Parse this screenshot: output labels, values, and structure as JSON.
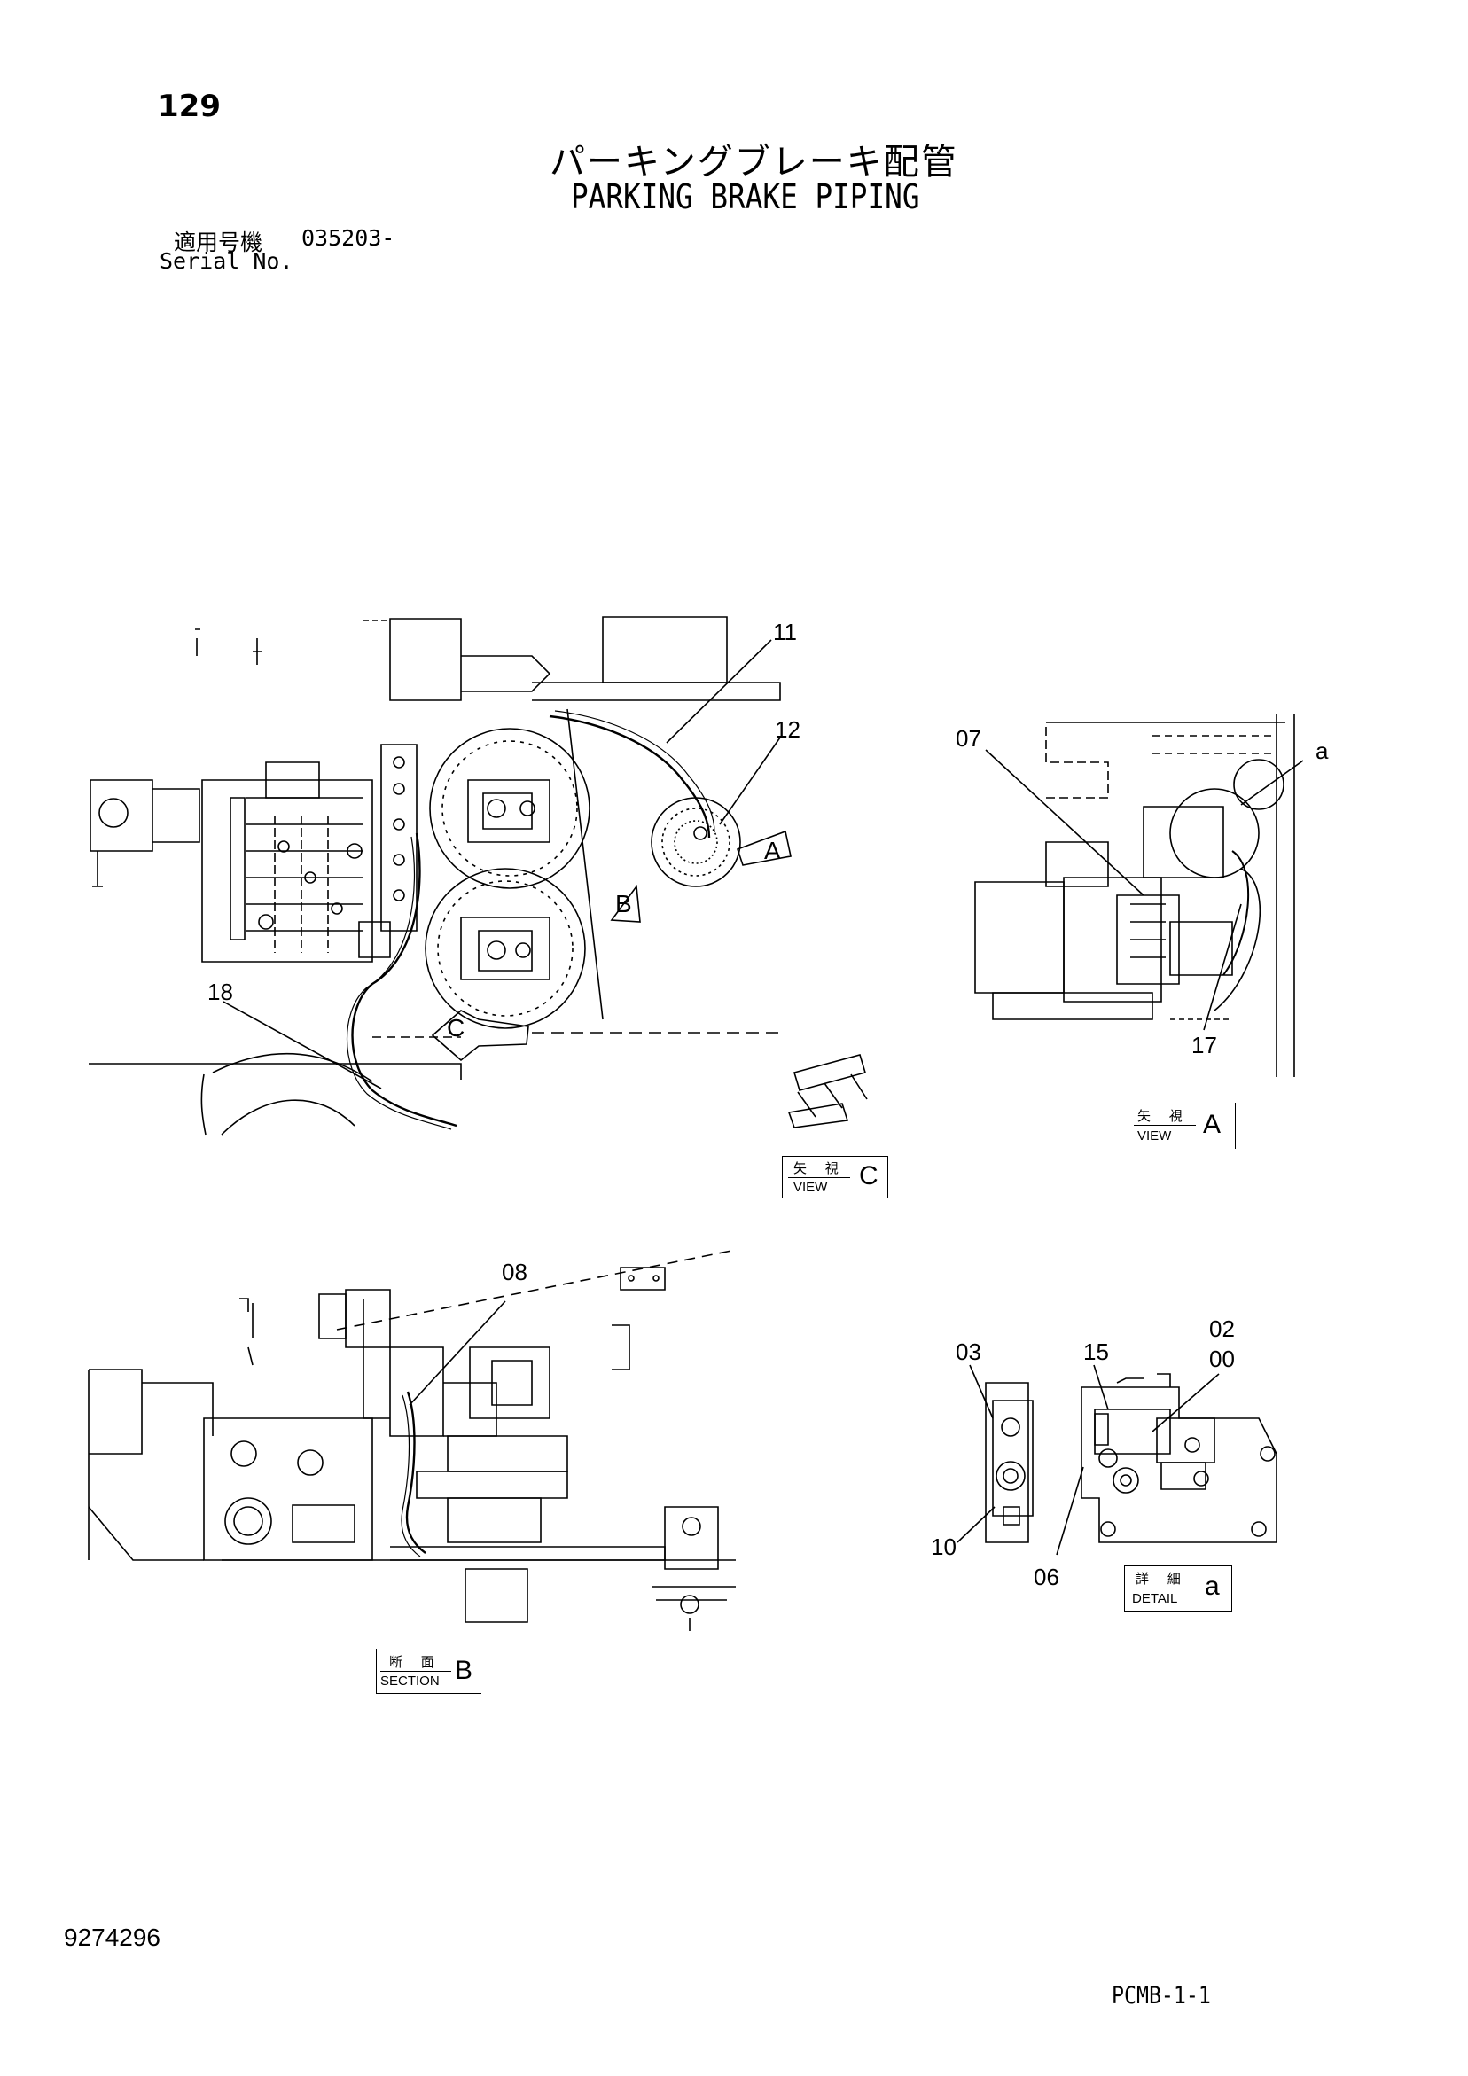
{
  "header": {
    "page_number": "129",
    "title_jp": "パーキングブレーキ配管",
    "title_en": "PARKING BRAKE PIPING",
    "serial_label_jp": "適用号機",
    "serial_value": "035203-",
    "serial_label_en": "Serial No."
  },
  "callouts": {
    "c11": "11",
    "c12": "12",
    "c18": "18",
    "c07": "07",
    "ca": "a",
    "c17": "17",
    "c08": "08",
    "c03": "03",
    "c15": "15",
    "c02": "02",
    "c00": "00",
    "c10": "10",
    "c06": "06",
    "arrow_a": "A",
    "arrow_b": "B",
    "arrow_c": "C"
  },
  "views": {
    "view_a": {
      "jp": "矢 視",
      "en": "VIEW",
      "letter": "A"
    },
    "view_c": {
      "jp": "矢 視",
      "en": "VIEW",
      "letter": "C"
    },
    "section_b": {
      "jp": "断 面",
      "en": "SECTION",
      "letter": "B"
    },
    "detail_a": {
      "jp": "詳 細",
      "en": "DETAIL",
      "letter": "a"
    }
  },
  "footer": {
    "doc_number": "9274296",
    "sheet_code": "PCMB-1-1"
  }
}
